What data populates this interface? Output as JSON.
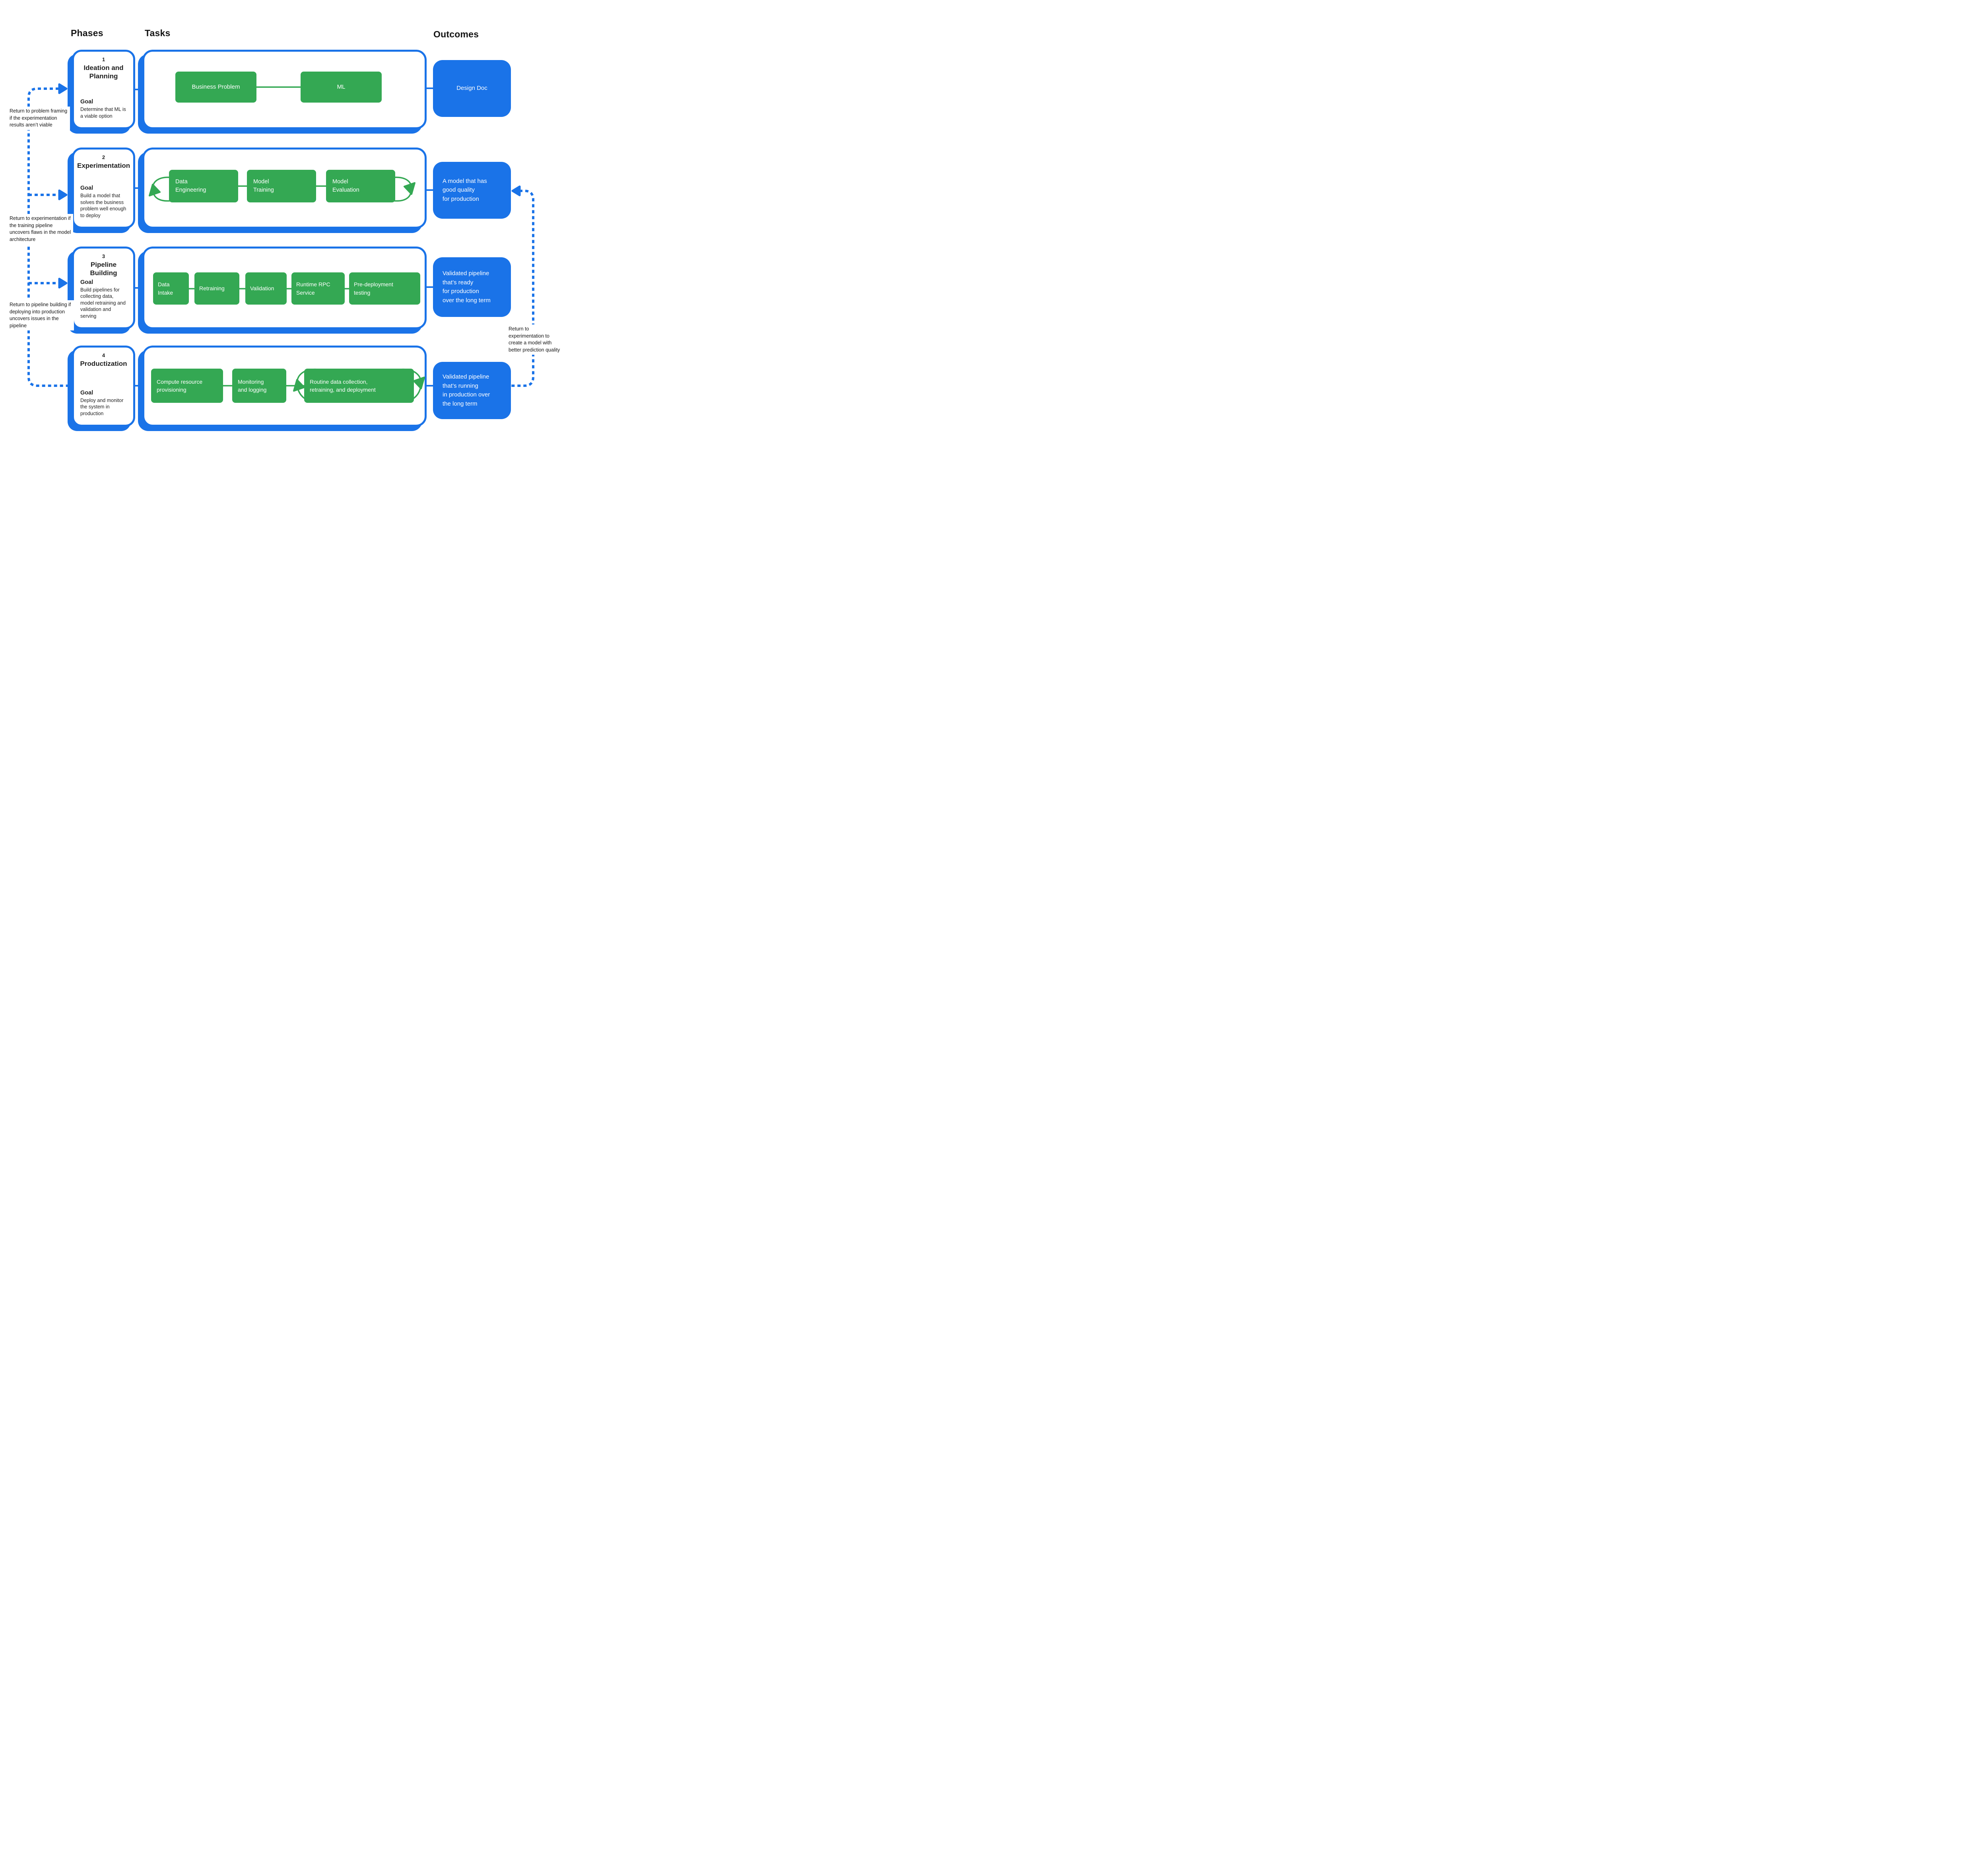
{
  "columns": {
    "phases": "Phases",
    "tasks": "Tasks",
    "outcomes": "Outcomes"
  },
  "colors": {
    "accent_blue": "#1a73e8",
    "task_green": "#34a853",
    "text_dark": "#141414",
    "box_text_white": "#ffffff"
  },
  "phases": [
    {
      "number": "1",
      "title": "Ideation and Planning",
      "goal_label": "Goal",
      "goal": "Determine that ML is a viable option",
      "tasks": [
        {
          "label": "Business Problem"
        },
        {
          "label": "ML"
        }
      ],
      "outcome": "Design Doc"
    },
    {
      "number": "2",
      "title": "Experimentation",
      "goal_label": "Goal",
      "goal": "Build a model that solves the business problem well enough to deploy",
      "tasks": [
        {
          "label": "Data\nEngineering"
        },
        {
          "label": "Model\nTraining"
        },
        {
          "label": "Model\nEvaluation"
        }
      ],
      "outcome": "A model that has\ngood quality\nfor production"
    },
    {
      "number": "3",
      "title": "Pipeline Building",
      "goal_label": "Goal",
      "goal": "Build pipelines for collecting data, model retraining and validation and serving",
      "tasks": [
        {
          "label": "Data\nIntake"
        },
        {
          "label": "Retraining"
        },
        {
          "label": "Validation"
        },
        {
          "label": "Runtime RPC\nService"
        },
        {
          "label": "Pre-deployment\ntesting"
        }
      ],
      "outcome": "Validated pipeline\nthat’s ready\nfor production\nover the long term"
    },
    {
      "number": "4",
      "title": "Productization",
      "goal_label": "Goal",
      "goal": "Deploy and monitor the system in production",
      "tasks": [
        {
          "label": "Compute resource\nprovisioning"
        },
        {
          "label": "Monitoring\nand logging"
        },
        {
          "label": "Routine data collection,\nretraining, and deployment"
        }
      ],
      "outcome": "Validated pipeline\nthat’s running\nin production over\nthe long term"
    }
  ],
  "annotations": {
    "left": [
      "Return to problem framing if the experimentation results aren’t viable",
      "Return to experimentation if the training pipeline uncovers flaws in the model architecture",
      "Return to pipeline building if deploying into production uncovers issues in the pipeline"
    ],
    "right": "Return to experimentation to create a model with better prediction quality"
  }
}
